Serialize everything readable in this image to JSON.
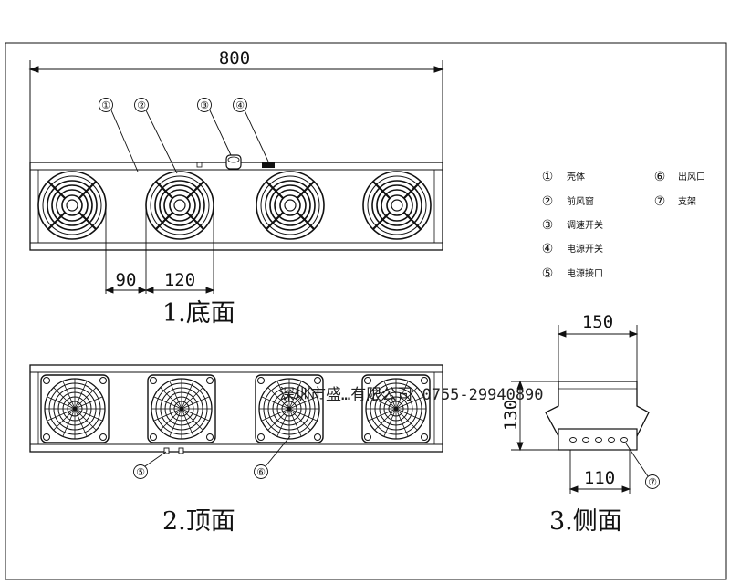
{
  "dimensions": {
    "overall_length": "800",
    "fan_spacing": "90",
    "fan_size": "120",
    "side_width": "150",
    "side_height": "130",
    "side_base": "110"
  },
  "view_titles": {
    "bottom": "1.底面",
    "top": "2.顶面",
    "side": "3.侧面"
  },
  "callout_numbers": [
    "①",
    "②",
    "③",
    "④",
    "⑤",
    "⑥",
    "⑦"
  ],
  "legend": [
    {
      "num": "①",
      "label": "壳体"
    },
    {
      "num": "②",
      "label": "前风窗"
    },
    {
      "num": "③",
      "label": "调速开关"
    },
    {
      "num": "④",
      "label": "电源开关"
    },
    {
      "num": "⑤",
      "label": "电源接口"
    },
    {
      "num": "⑥",
      "label": "出风口"
    },
    {
      "num": "⑦",
      "label": "支架"
    }
  ],
  "watermark": "深圳市盛…有限公司 0755-29940890"
}
